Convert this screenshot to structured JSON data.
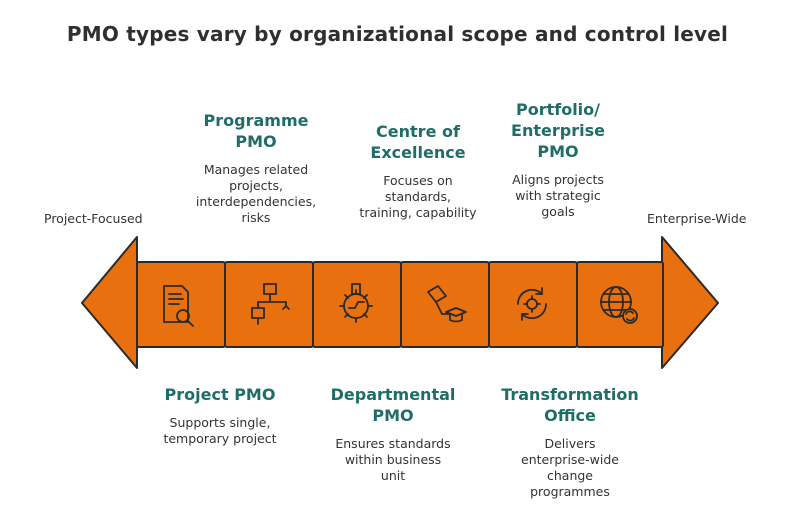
{
  "title": "PMO types vary by organizational scope and control level",
  "scale": {
    "left": "Project-Focused",
    "right": "Enterprise-Wide"
  },
  "colors": {
    "accent": "#e8700f",
    "heading": "#1f6d66",
    "stroke": "#2a2a2a"
  },
  "types": [
    {
      "name": "Project PMO",
      "description": "Supports single,\ntemporary project",
      "icon": "document-search-icon",
      "position": "below"
    },
    {
      "name": "Programme\nPMO",
      "description": "Manages related\nprojects,\ninterdependencies,\nrisks",
      "icon": "flowchart-icon",
      "position": "above"
    },
    {
      "name": "Departmental\nPMO",
      "description": "Ensures standards\nwithin business\nunit",
      "icon": "gear-hand-icon",
      "position": "below"
    },
    {
      "name": "Centre of\nExcellence",
      "description": "Focuses on\nstandards,\ntraining, capability",
      "icon": "lamp-graduation-icon",
      "position": "above"
    },
    {
      "name": "Transformation\nOffice",
      "description": "Delivers\nenterprise-wide\nchange\nprogrammes",
      "icon": "cycle-gear-icon",
      "position": "below"
    },
    {
      "name": "Portfolio/\nEnterprise\nPMO",
      "description": "Aligns projects\nwith strategic\ngoals",
      "icon": "globe-sync-icon",
      "position": "above"
    }
  ]
}
